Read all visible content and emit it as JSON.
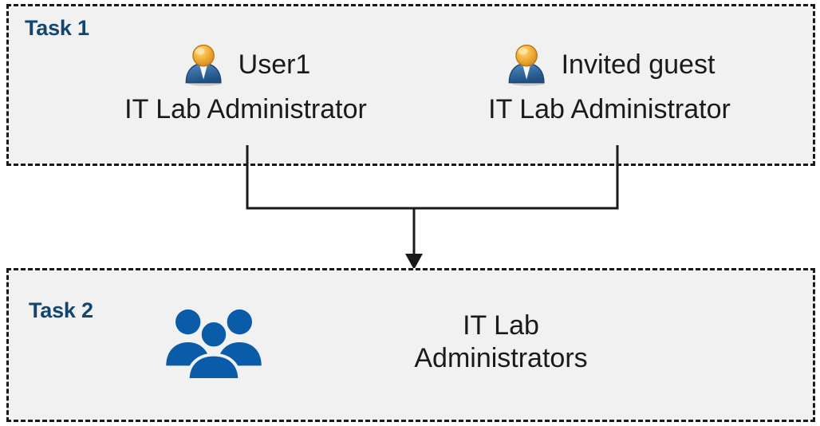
{
  "diagram": {
    "background_color": "#ffffff",
    "box_fill_color": "#F1F1F1",
    "box_border_color": "#1a1a1a",
    "heading_color": "#12456F",
    "text_color": "#1a1a1a",
    "group_icon_color": "#0A5BA8",
    "connector_color": "#1a1a1a"
  },
  "task1": {
    "label": "Task 1",
    "people": [
      {
        "icon": "single-user-icon",
        "name": "User1",
        "role": "IT Lab Administrator"
      },
      {
        "icon": "single-user-icon",
        "name": "Invited guest",
        "role": "IT Lab Administrator"
      }
    ]
  },
  "task2": {
    "label": "Task 2",
    "group": {
      "icon": "user-group-icon",
      "name_line1": "IT Lab",
      "name_line2": "Administrators"
    }
  },
  "connector": {
    "type": "merge-arrow",
    "from": [
      "User1",
      "Invited guest"
    ],
    "to": "IT Lab Administrators"
  }
}
